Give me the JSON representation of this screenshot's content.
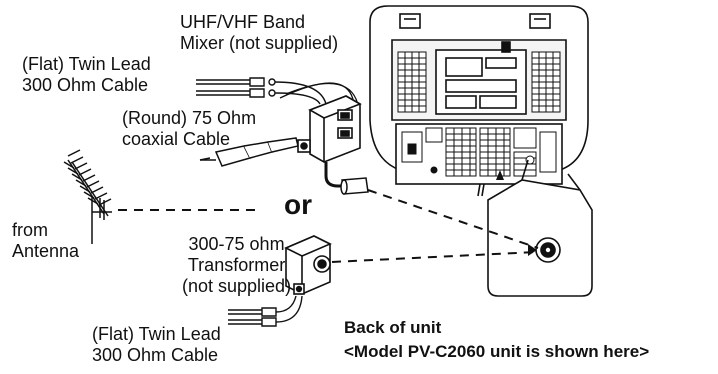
{
  "labels": {
    "mixer": [
      "UHF/VHF Band",
      "Mixer (not supplied)"
    ],
    "flat_twin_top": [
      "(Flat) Twin Lead",
      "300 Ohm Cable"
    ],
    "round_coax": [
      "(Round) 75 Ohm",
      "coaxial Cable"
    ],
    "from_antenna": [
      "from",
      "Antenna"
    ],
    "or": "or",
    "transformer": [
      "300-75 ohm",
      "Transformer",
      "(not supplied)"
    ],
    "flat_twin_bottom": [
      "(Flat) Twin Lead",
      "300 Ohm Cable"
    ],
    "back_of_unit": "Back of unit",
    "model_note": "<Model PV-C2060 unit is shown here>"
  },
  "colors": {
    "ink": "#111111",
    "paper": "#ffffff",
    "panel": "#e6e6e6",
    "shade": "#777777"
  }
}
